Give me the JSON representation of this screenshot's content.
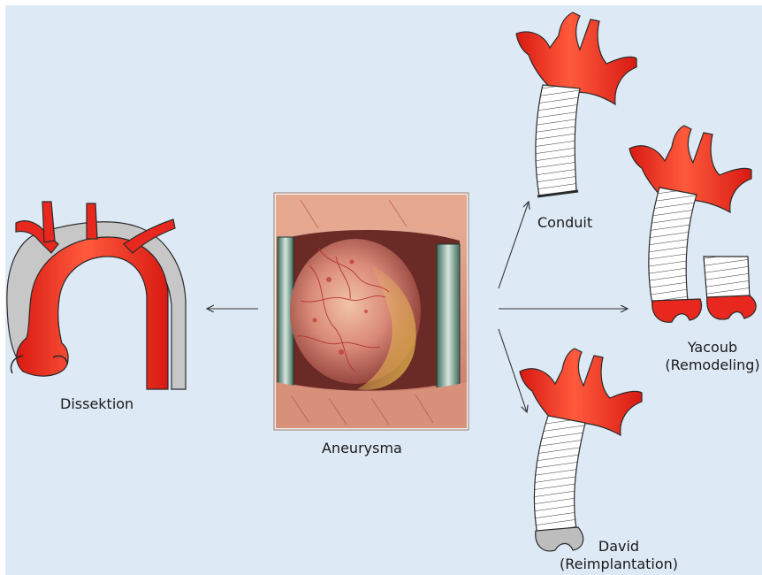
{
  "labels": {
    "dissektion": "Dissektion",
    "aneurysma": "Aneurysma",
    "conduit": "Conduit",
    "yacoub_line1": "Yacoub",
    "yacoub_line2": "(Remodeling)",
    "david_line1": "David",
    "david_line2": "(Reimplantation)"
  },
  "colors": {
    "background": "#dde9f5",
    "aorta_red": "#e8281e",
    "aorta_highlight": "#ff6a4a",
    "dissection_gray": "#c7c7c7",
    "graft_white": "#ffffff",
    "outline": "#2a2a2a",
    "photo_frame": "#f2f2f2"
  },
  "icons": {
    "photo": "open-chest-aneurysm-photo",
    "arrows": "arrow-icon"
  }
}
